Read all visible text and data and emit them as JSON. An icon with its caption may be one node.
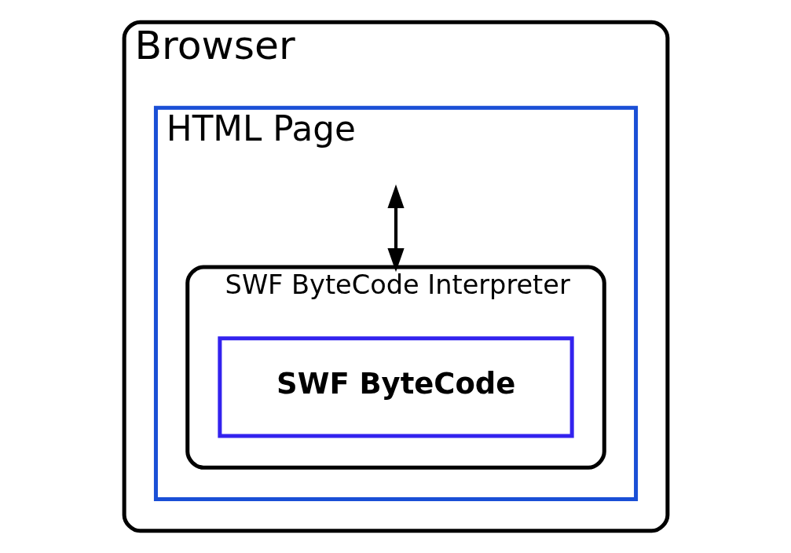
{
  "diagram": {
    "nodes": [
      {
        "text": [
          "Browser"
        ]
      },
      {
        "text": [
          "HTML Page"
        ],
        "in": 0
      },
      {
        "text": [
          "SWF ByteCode Interpreter"
        ],
        "in": 1
      },
      {
        "text": [
          "SWF ByteCode"
        ],
        "in": 2
      }
    ],
    "edges": [
      {
        "from": 1,
        "to": 2,
        "arrow": "both"
      }
    ]
  }
}
